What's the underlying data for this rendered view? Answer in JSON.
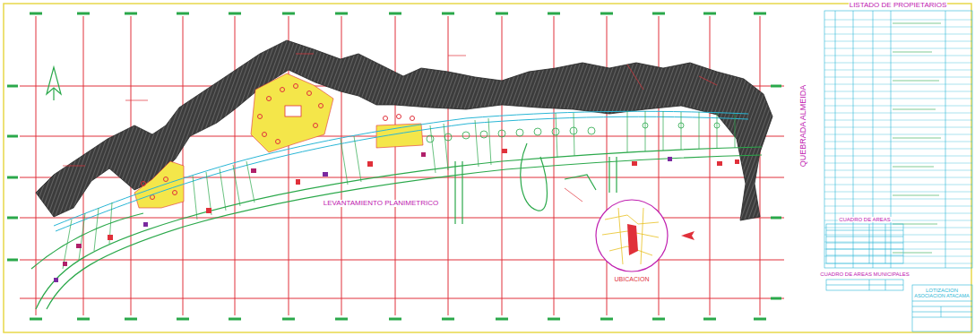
{
  "diagram": {
    "title": "LEVANTAMIENTO PLANIMETRICO",
    "labels": [
      "LISTADO DE PROPIETARIOS",
      "QUEBRADA ALMEIDA",
      "CUADRO DE AREAS",
      "CUADRO DE AREAS MUNICIPALES",
      "UBICACION",
      "LOTIZACION",
      "ASOCIACION ATACAMA"
    ]
  }
}
